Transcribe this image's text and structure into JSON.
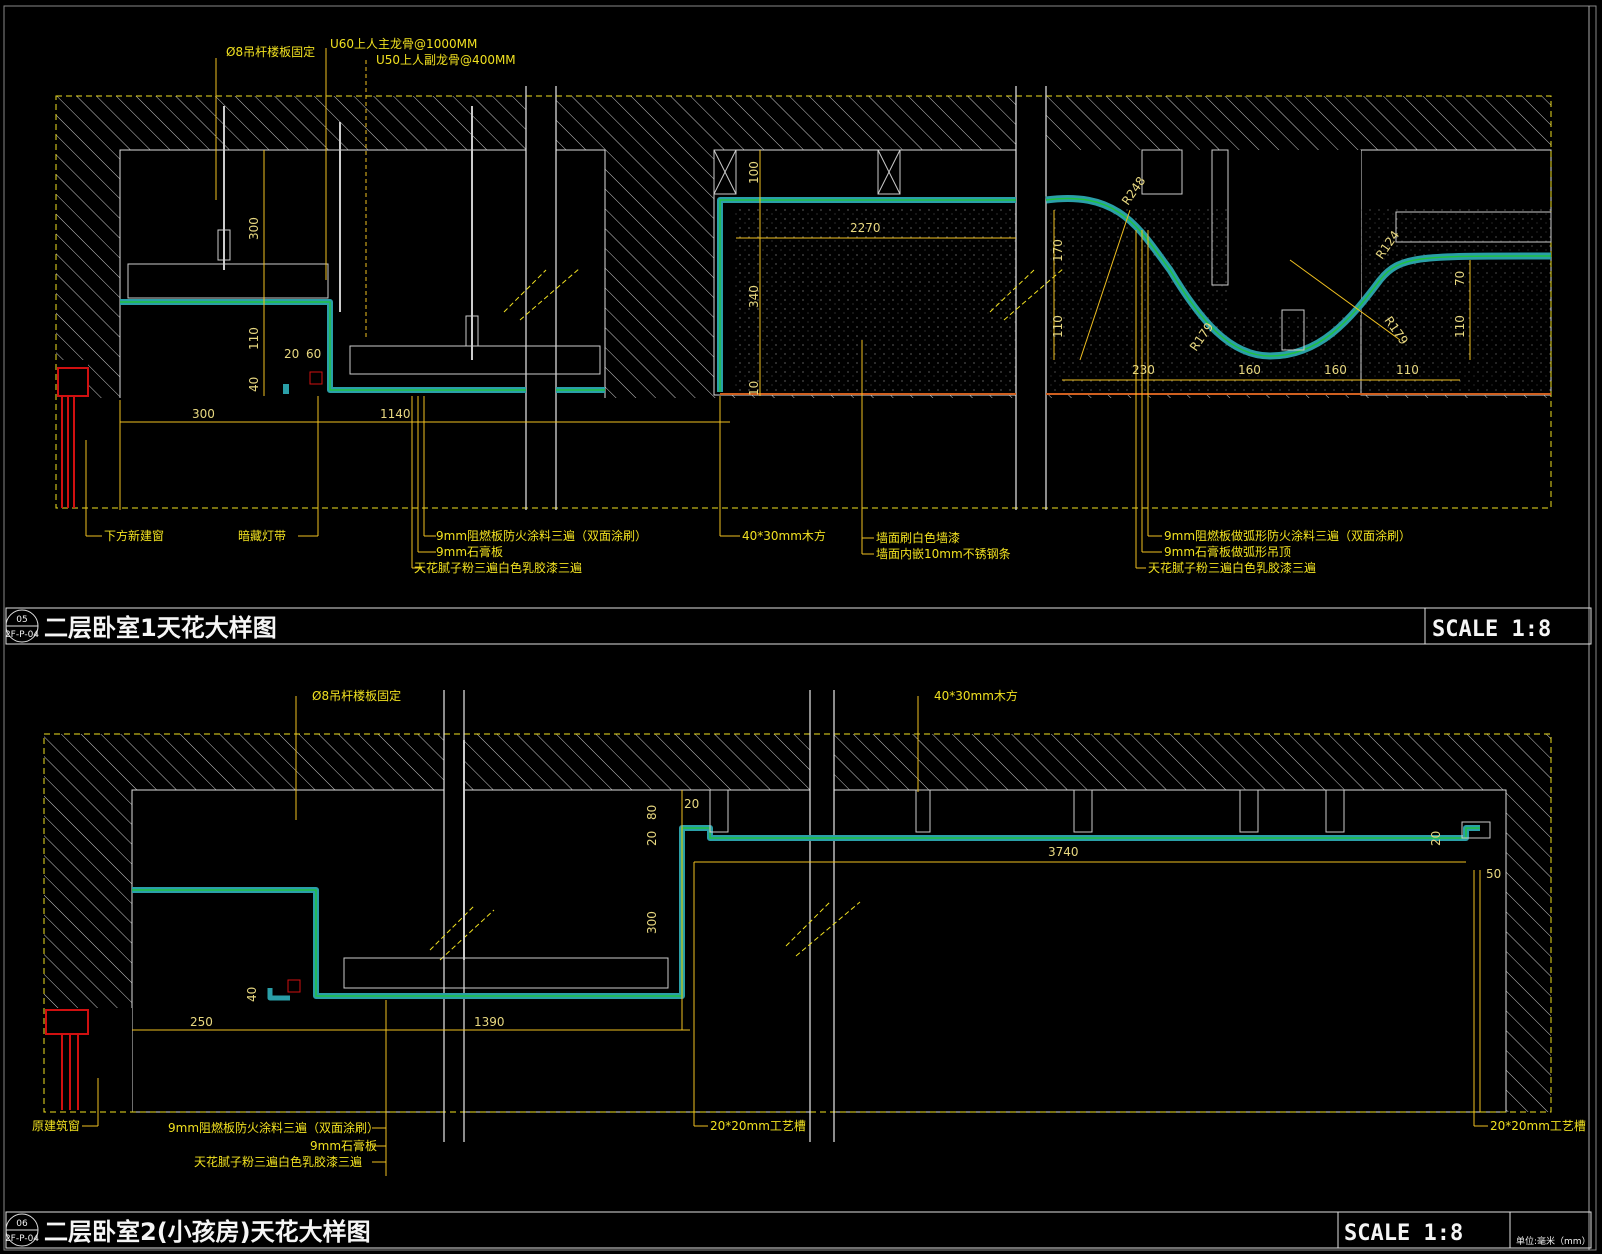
{
  "colors": {
    "background": "#000000",
    "hatch": "#c8c8c8",
    "dashed_border": "#f0e020",
    "leader": "#f0c020",
    "board_outer": "#2a9fa8",
    "board_inner": "#20c040",
    "floor_line": "#d06020",
    "window": "#d01010"
  },
  "panel1": {
    "badge_top": "05",
    "badge_bottom": "2F-P-04",
    "title": "二层卧室1天花大样图",
    "scale": "SCALE   1:8",
    "labels": {
      "rod": "Ø8吊杆楼板固定",
      "u60": "U60上人主龙骨@1000MM",
      "u50": "U50上人副龙骨@400MM",
      "window": "下方新建窗",
      "lightstrip": "暗藏灯带",
      "board1": "9mm阻燃板防火涂料三遍（双面涂刷）",
      "gypsum1": "9mm石膏板",
      "paint1": "天花腻子粉三遍白色乳胶漆三遍",
      "timber": "40*30mm木方",
      "wallpaint": "墙面刷白色墙漆",
      "steelstrip": "墙面内嵌10mm不锈钢条",
      "board2": "9mm阻燃板做弧形防火涂料三遍（双面涂刷）",
      "gypsum2": "9mm石膏板做弧形吊顶",
      "paint2": "天花腻子粉三遍白色乳胶漆三遍"
    },
    "dims": {
      "d300v": "300",
      "d110": "110",
      "d40": "40",
      "d20": "20",
      "d60": "60",
      "d300": "300",
      "d1140": "1140",
      "d100": "100",
      "d2270": "2270",
      "d340": "340",
      "d10": "10",
      "r248": "R248",
      "r124": "R124",
      "r179a": "R179",
      "r179b": "R179",
      "d170": "170",
      "d110b": "110",
      "d70": "70",
      "d110c": "110",
      "d230": "230",
      "d160a": "160",
      "d160b": "160",
      "d110d": "110"
    }
  },
  "panel2": {
    "badge_top": "06",
    "badge_bottom": "2F-P-04",
    "title": "二层卧室2(小孩房)天花大样图",
    "scale": "SCALE   1:8",
    "unit_note": "单位:毫米（mm）",
    "labels": {
      "rod": "Ø8吊杆楼板固定",
      "timber": "40*30mm木方",
      "window": "原建筑窗",
      "board": "9mm阻燃板防火涂料三遍（双面涂刷）",
      "gypsum": "9mm石膏板",
      "paint": "天花腻子粉三遍白色乳胶漆三遍",
      "groove1": "20*20mm工艺槽",
      "groove2": "20*20mm工艺槽"
    },
    "dims": {
      "d40": "40",
      "d250": "250",
      "d1390": "1390",
      "d300": "300",
      "d20a": "20",
      "d80": "80",
      "d20b": "20",
      "d3740": "3740",
      "d20c": "20",
      "d50": "50"
    }
  }
}
